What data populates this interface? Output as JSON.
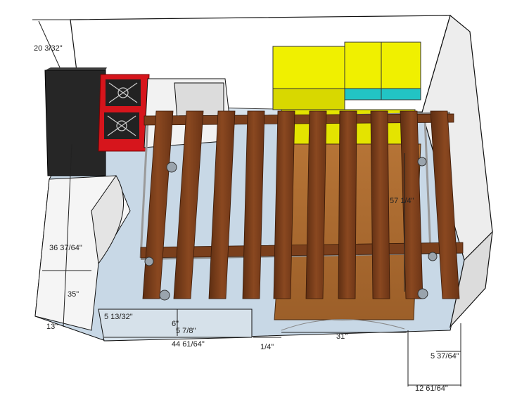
{
  "model": {
    "dimensions": {
      "van_height": "20 3/32\"",
      "stove_depth": "36 37/64\"",
      "cabinet_depth": "35\"",
      "cabinet_width": "13\"",
      "gap_small": "5 13/32\"",
      "drawer_height": "6\"",
      "drawer_inner": "5 7/8\"",
      "floor_run": "44 61/64\"",
      "offset": "1/4\"",
      "bed_width": "31\"",
      "bed_length": "57 1/4\"",
      "rail_offset": "5 37/64\"",
      "rail_span": "12 61/64\""
    },
    "colors": {
      "wood_slat": "#7a3f1c",
      "platform": "#a86a30",
      "floor": "#c9d9e8",
      "bin_yellow": "#f0f000",
      "bin_cyan": "#22c4c4",
      "stove_red": "#d8151d",
      "fridge_black": "#222222",
      "cabinet_white": "#f4f4f4"
    }
  }
}
